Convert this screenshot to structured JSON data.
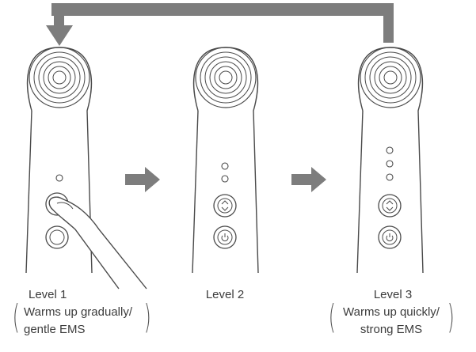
{
  "levels": [
    {
      "label": "Level 1",
      "desc_line1": "Warms up gradually/",
      "desc_line2": "gentle EMS",
      "indicator_lights": 1
    },
    {
      "label": "Level 2",
      "desc_line1": "",
      "desc_line2": "",
      "indicator_lights": 2
    },
    {
      "label": "Level 3",
      "desc_line1": "Warms up quickly/",
      "desc_line2": "strong EMS",
      "indicator_lights": 3
    }
  ],
  "icons": {
    "level_button": "chevron-up-down-icon",
    "power_button": "power-icon",
    "flow_arrow": "arrow-right-icon",
    "return_arrow": "loop-back-arrow"
  },
  "colors": {
    "arrow": "#7d7d7d",
    "outline": "#4a4a4a",
    "text": "#3c3c3c"
  }
}
